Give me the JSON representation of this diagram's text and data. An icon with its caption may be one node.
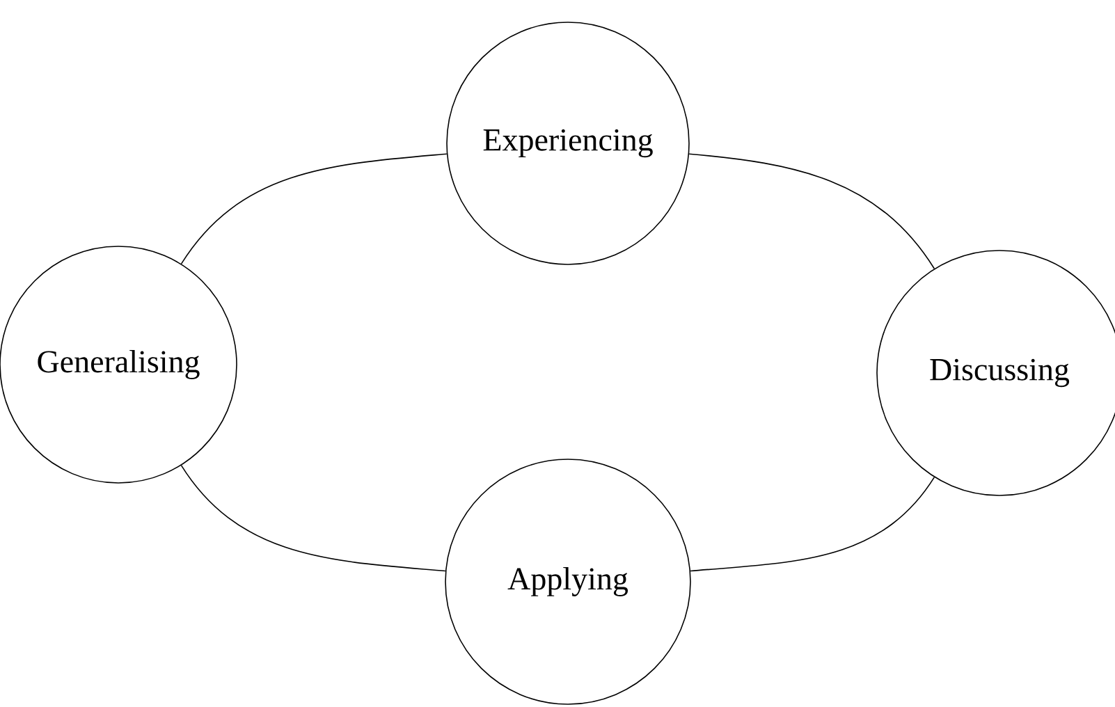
{
  "diagram": {
    "nodes": [
      {
        "text": [
          "Experiencing"
        ]
      },
      {
        "text": [
          "Generalising"
        ]
      },
      {
        "text": [
          "Discussing"
        ]
      },
      {
        "text": [
          "Applying"
        ]
      }
    ],
    "edges": [
      {
        "from": 0,
        "to": 2,
        "arrow": "none"
      },
      {
        "from": 2,
        "to": 3,
        "arrow": "none"
      },
      {
        "from": 3,
        "to": 1,
        "arrow": "none"
      },
      {
        "from": 1,
        "to": 0,
        "arrow": "none"
      }
    ]
  }
}
